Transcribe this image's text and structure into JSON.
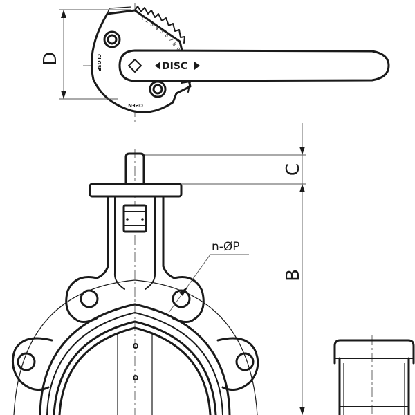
{
  "handle": {
    "label": "DISC",
    "close_label": "CLOSE",
    "open_label": "OPEN",
    "scale_digits": [
      "1",
      "2",
      "3",
      "4",
      "5",
      "6",
      "7",
      "8",
      "9"
    ]
  },
  "dimensions": {
    "d": "D",
    "c": "C",
    "b": "B",
    "bolt_holes": "n-ØP"
  }
}
